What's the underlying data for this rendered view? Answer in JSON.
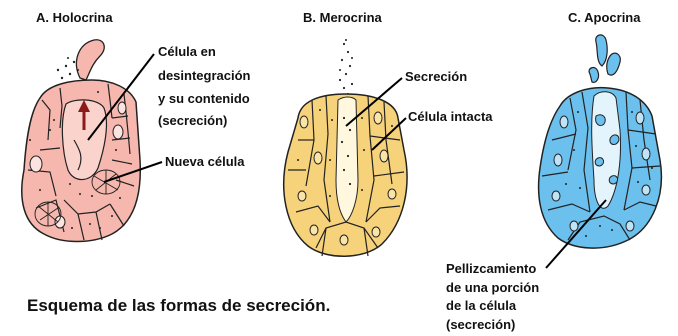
{
  "gland_holocrine": {
    "title": "A. Holocrina",
    "label_disintegrating": [
      "Célula en",
      "desintegración",
      "y su contenido",
      "(secreción)"
    ],
    "label_new_cell": "Nueva célula",
    "colors": {
      "fill": "#f6b7ae",
      "stroke": "#222222",
      "arrow": "#8b1a1a"
    }
  },
  "gland_merocrine": {
    "title": "B. Merocrina",
    "label_secretion": "Secreción",
    "label_intact_cell": "Célula intacta",
    "colors": {
      "fill": "#f6d27a",
      "lumen": "#fff8de",
      "stroke": "#222222"
    }
  },
  "gland_apocrine": {
    "title": "C. Apocrina",
    "label_pinching": [
      "Pellizcamiento",
      "de una porción",
      "de la célula",
      "(secreción)"
    ],
    "colors": {
      "fill": "#6cc0ee",
      "lumen": "#e4f4fc",
      "stroke": "#222222"
    }
  },
  "caption": "Esquema de las formas de secreción."
}
